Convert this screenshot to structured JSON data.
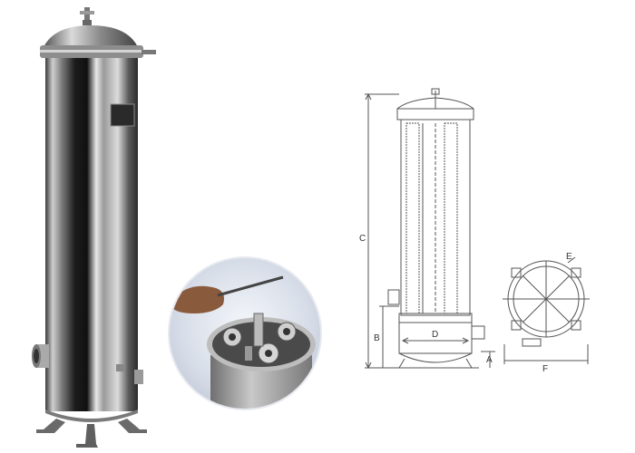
{
  "drawing": {
    "labels": {
      "a": "A",
      "b": "B",
      "c": "C",
      "d": "D",
      "e": "E",
      "f": "F"
    }
  }
}
